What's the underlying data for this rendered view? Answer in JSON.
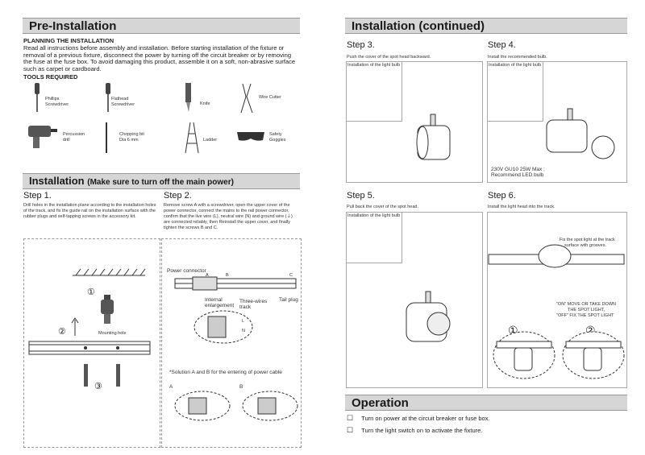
{
  "pre_installation": {
    "title": "Pre-Installation",
    "planning_heading": "PLANNING THE INSTALLATION",
    "planning_text": "Read all instructions before assembly and installation.  Before starting installation of the fixture or removal of a previous fixture, disconnect the power by turning off the circuit breaker or by removing the fuse at the fuse box.  To avoid damaging this product, assemble it on a soft, non-abrasive surface such as carpet or cardboard.",
    "tools_heading": "TOOLS REQUIRED",
    "tools": [
      "Phillips Screwdriver",
      "Flathead Screwdriver",
      "Knife",
      "Wire Cutter",
      "Percussion drill",
      "Chopping bit Dia 6 mm",
      "Ladder",
      "Safety Goggles"
    ]
  },
  "installation": {
    "title": "Installation",
    "subtitle": "(Make sure to turn off the main power)",
    "step1_title": "Step 1.",
    "step1_text": "Drill holes in the installation plane according to the installation holes of the track, and fix the guide rail on the installation surface with the rubber plugs and self-tapping screws in the accessory kit.",
    "step2_title": "Step 2.",
    "step2_text": "Remove screw A with a screwdriver, open the upper cover of the power connector, connect the mains to the rail power connector, confirm that the live wire (L), neutral wire (N) and ground wire (⏚) are connected reliably, then Reinstall the upper cover, and finally tighten the screws B and C.",
    "fig1": {
      "mark1": "①",
      "mark2": "②",
      "mark3": "③",
      "mounting_hole": "Mounting hole"
    },
    "fig2": {
      "power_connector": "Power connector",
      "a": "A",
      "b": "B",
      "c": "C",
      "internal": "Internal enlargement",
      "three_wires": "Three-wires track",
      "tail_plug": "Tail plug",
      "l": "L",
      "n": "N",
      "solution": "*Solution A and B for the entering of power cable",
      "sol_a": "A",
      "sol_b": "B"
    }
  },
  "installation_continued": {
    "title": "Installation (continued)",
    "step3_title": "Step 3.",
    "step3_text": "Push the cover of the spot head backward.",
    "step4_title": "Step 4.",
    "step4_text": "Install the recommended bulb.",
    "step5_title": "Step 5.",
    "step5_text": "Pull back the cover of the spot head.",
    "step6_title": "Step 6.",
    "step6_text": "Install the light head into the track.",
    "inset_label": "Installation of the light bulb",
    "bulb_note_1": "230V GU10 25W Max ;",
    "bulb_note_2": "Recommend LED bulb",
    "step6_note_1": "Fix the spot light at the track",
    "step6_note_2": "surface with grooves.",
    "step6_on_off_1": "\"ON\" MOVE OR TAKE DOWN",
    "step6_on_off_2": "THE SPOT LIGHT,",
    "step6_on_off_3": "\"OFF\" FIX THE SPOT LIGHT",
    "circle1": "①",
    "circle2": "②"
  },
  "operation": {
    "title": "Operation",
    "items": [
      "Turn on power at the circuit breaker or fuse box.",
      "Turn the light switch on to activate the fixture."
    ],
    "checkbox_glyph": "☐"
  }
}
